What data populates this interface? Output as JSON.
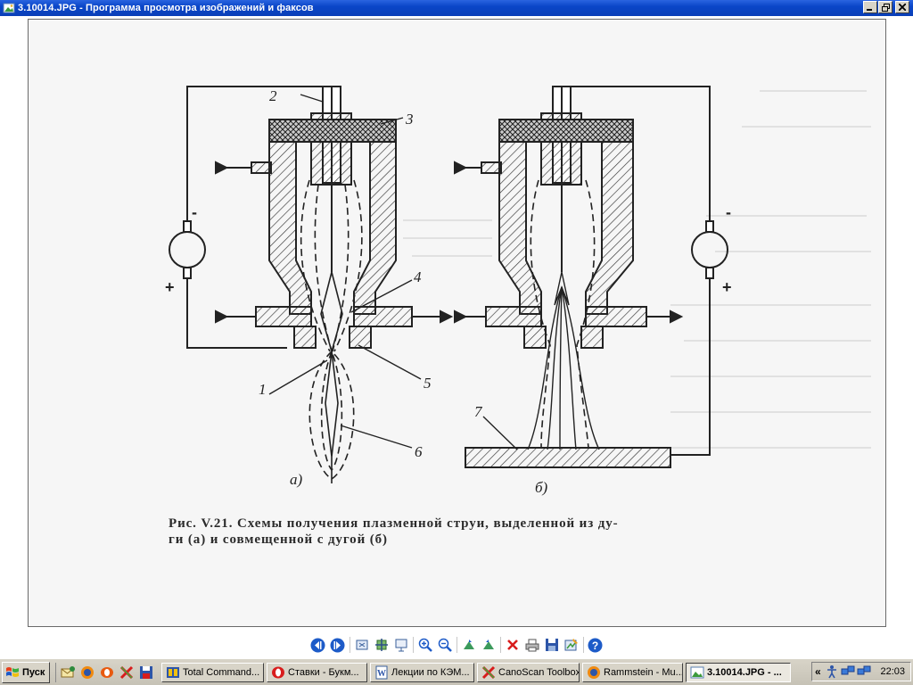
{
  "window": {
    "title": "3.10014.JPG - Программа просмотра изображений и факсов"
  },
  "figure": {
    "caption_line1": "Рис. V.21. Схемы получения плазменной струи, выделенной из ду-",
    "caption_line2": "ги (а) и совмещенной с дугой (б)",
    "label_a": "а)",
    "label_b": "б)",
    "numbers": [
      "1",
      "2",
      "3",
      "4",
      "5",
      "6",
      "7"
    ],
    "minus": "-",
    "plus": "+"
  },
  "toolbar": {
    "icons": [
      "prev-image-icon",
      "next-image-icon",
      "best-fit-icon",
      "actual-size-icon",
      "slideshow-icon",
      "zoom-in-icon",
      "zoom-out-icon",
      "rotate-cw-icon",
      "rotate-ccw-icon",
      "delete-icon",
      "print-icon",
      "save-icon",
      "edit-icon",
      "help-icon"
    ]
  },
  "taskbar": {
    "start_label": "Пуск",
    "tasks": [
      {
        "label": "Total Command...",
        "icon": "total-commander-icon",
        "active": false
      },
      {
        "label": "Ставки - Букм...",
        "icon": "opera-icon",
        "active": false
      },
      {
        "label": "Лекции по КЭМ...",
        "icon": "word-icon",
        "active": false
      },
      {
        "label": "CanoScan Toolbox",
        "icon": "canoscan-icon",
        "active": false
      },
      {
        "label": "Rammstein - Mu...",
        "icon": "firefox-icon",
        "active": false
      },
      {
        "label": "3.10014.JPG - ...",
        "icon": "image-viewer-icon",
        "active": true
      }
    ],
    "tray_chevron": "«",
    "clock": "22:03"
  },
  "colors": {
    "titlebar": "#0a46c8",
    "taskbar": "#d4d0c8",
    "toolbar_blue": "#1d5bc8"
  }
}
